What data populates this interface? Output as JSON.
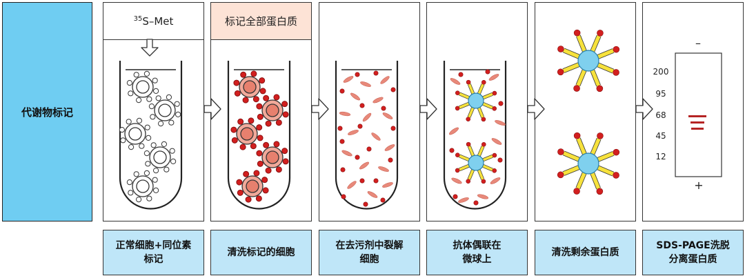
{
  "side_label": "代谢物标记",
  "isotope_box": {
    "sup": "35",
    "text": "S–Met"
  },
  "label_box": "标记全部蛋白质",
  "steps": [
    "正常细胞+同位素\n标记",
    "清洗标记的细胞",
    "在去污剂中裂解\n细胞",
    "抗体偶联在\n微球上",
    "清洗剩余蛋白质",
    "SDS-PAGE洗脱\n分离蛋白质"
  ],
  "gel": {
    "top_sign": "–",
    "bottom_sign": "+",
    "ticks": [
      "200",
      "95",
      "68",
      "45",
      "12"
    ]
  },
  "colors": {
    "side_bg": "#6fcdf2",
    "step_bg": "#bfe6f8",
    "label_box_bg": "#fde3d6",
    "protein_red": "#d21f1f",
    "fragment": "#e8897a",
    "bead": "#7fd0ee",
    "antibody": "#f7e23c",
    "band": "#b52424"
  }
}
